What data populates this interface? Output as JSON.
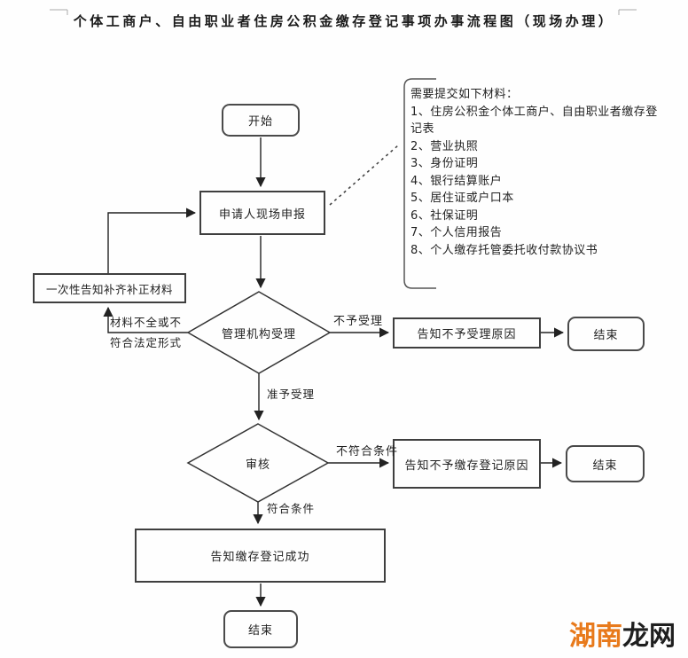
{
  "title": "个体工商户、自由职业者住房公积金缴存登记事项办事流程图（现场办理）",
  "nodes": {
    "start": "开始",
    "apply": "申请人现场申报",
    "notice_fix": "一次性告知补齐补正材料",
    "accept_decision": "管理机构受理",
    "inform_no_accept": "告知不予受理原因",
    "end1": "结束",
    "review_decision": "审核",
    "inform_no_register": "告知不予缴存登记原因",
    "end2": "结束",
    "success": "告知缴存登记成功",
    "end3": "结束"
  },
  "edge_labels": {
    "not_accept": "不予受理",
    "incomplete_line1": "材料不全或不",
    "incomplete_line2": "符合法定形式",
    "accepted": "准予受理",
    "not_qualified": "不符合条件",
    "qualified": "符合条件"
  },
  "materials": {
    "heading": "需要提交如下材料：",
    "items": [
      "1、住房公积金个体工商户、自由职业者缴存登记表",
      "2、营业执照",
      "3、身份证明",
      "4、银行结算账户",
      "5、居住证或户口本",
      "6、社保证明",
      "7、个人信用报告",
      "8、个人缴存托管委托收付款协议书"
    ]
  },
  "watermark": {
    "part1": "湖南",
    "part2": "龙网",
    "color1": "#e87a1c",
    "color2": "#1e1e1e"
  },
  "colors": {
    "line": "#333333",
    "box_border": "#3f3f3f",
    "background": "#fefefe"
  }
}
